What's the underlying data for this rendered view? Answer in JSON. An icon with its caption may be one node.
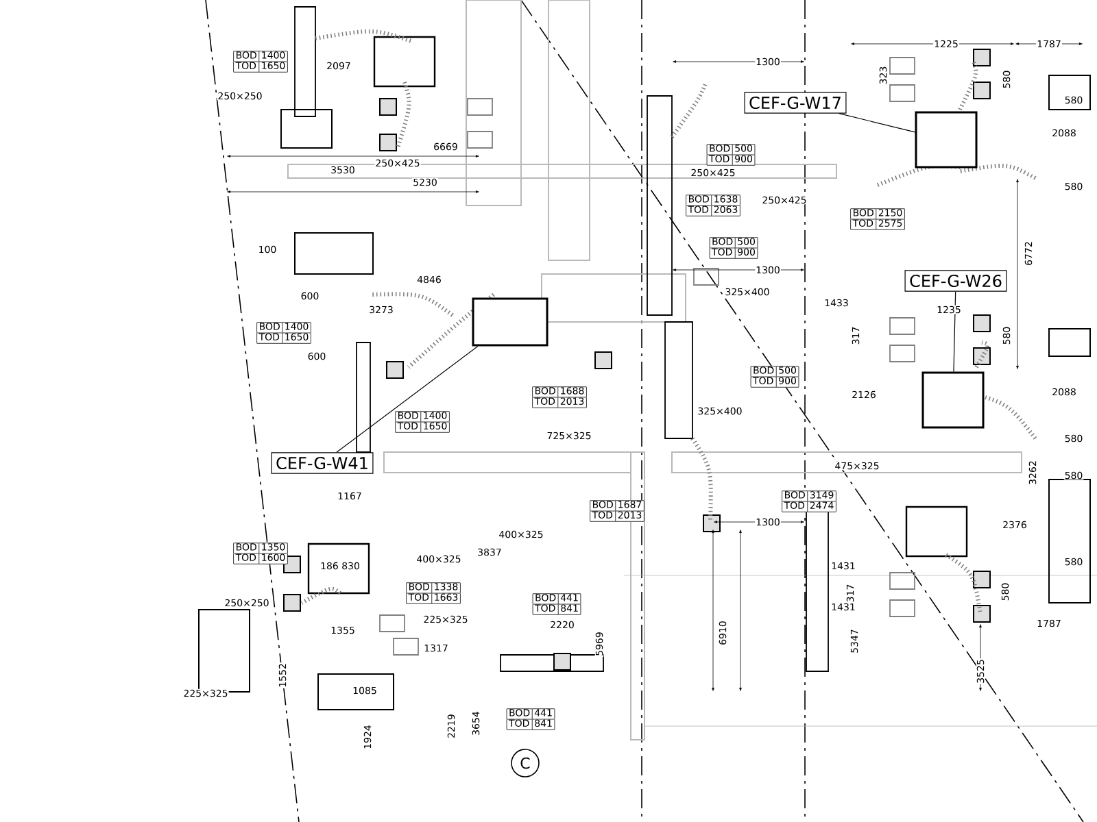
{
  "diagram": {
    "nodes": [
      {
        "text": [
          "CEF-G-W17"
        ]
      },
      {
        "text": [
          "CEF-G-W26"
        ]
      },
      {
        "text": [
          "CEF-G-W41"
        ]
      },
      {
        "text": [],
        "shape": "box"
      },
      {
        "text": [],
        "shape": "box"
      },
      {
        "text": [],
        "shape": "box"
      },
      {
        "text": [
          "C"
        ]
      }
    ],
    "edges": [
      {
        "from": 0,
        "to": 3,
        "arrow": "none"
      },
      {
        "from": 1,
        "to": 4,
        "arrow": "none"
      },
      {
        "from": 2,
        "to": 5,
        "arrow": "none"
      }
    ],
    "labels": [
      "BOD",
      "1400",
      "TOD",
      "1650",
      "1300",
      "1225",
      "1787",
      "2097",
      "323",
      "580",
      "580",
      "250×250",
      "2088",
      "6669",
      "BOD",
      "500",
      "TOD",
      "900",
      "250×425",
      "3530",
      "250×425",
      "5230",
      "580",
      "BOD",
      "1638",
      "TOD",
      "2063",
      "250×425",
      "BOD",
      "2150",
      "TOD",
      "2575",
      "100",
      "BOD",
      "500",
      "TOD",
      "900",
      "6772",
      "1300",
      "4846",
      "325×400",
      "600",
      "3273",
      "1433",
      "1235",
      "BOD",
      "1400",
      "TOD",
      "1650",
      "317",
      "580",
      "600",
      "BOD",
      "500",
      "TOD",
      "900",
      "BOD",
      "1688",
      "TOD",
      "2013",
      "2126",
      "2088",
      "325×400",
      "BOD",
      "1400",
      "TOD",
      "1650",
      "725×325",
      "580",
      "475×325",
      "3262",
      "580",
      "1167",
      "BOD",
      "1687",
      "TOD",
      "2013",
      "BOD",
      "3149",
      "TOD",
      "2474",
      "1300",
      "2376",
      "400×325",
      "BOD",
      "1350",
      "TOD",
      "1600",
      "3837",
      "400×325",
      "580",
      "186 830",
      "1431",
      "BOD",
      "1338",
      "TOD",
      "1663",
      "317",
      "580",
      "250×250",
      "BOD",
      "441",
      "TOD",
      "841",
      "1431",
      "225×325",
      "2220",
      "1787",
      "1355",
      "1317",
      "5969",
      "6910",
      "5347",
      "1552",
      "3525",
      "225×325",
      "1085",
      "BOD",
      "441",
      "TOD",
      "841",
      "1924",
      "2219",
      "3654"
    ]
  }
}
